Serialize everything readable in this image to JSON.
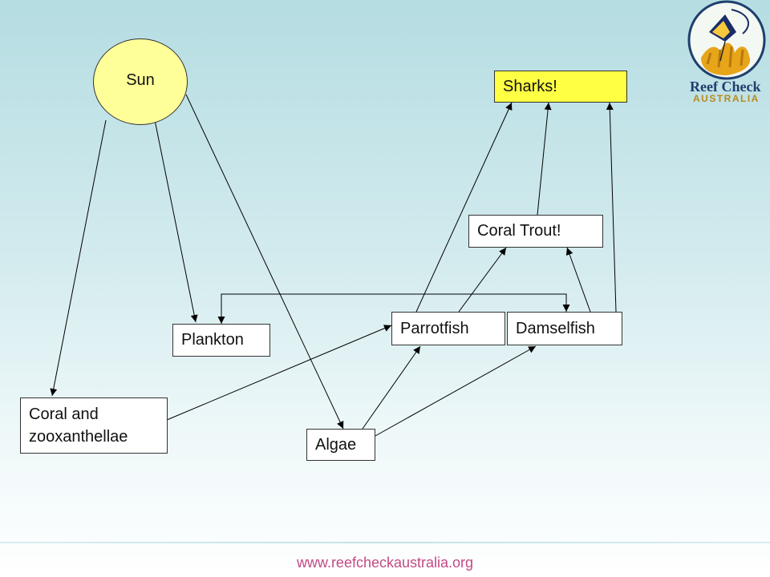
{
  "nodes": {
    "sun": "Sun",
    "sharks": "Sharks!",
    "coral_trout": "Coral Trout!",
    "parrotfish": "Parrotfish",
    "damselfish": "Damselfish",
    "plankton": "Plankton",
    "coral_line1": "Coral and",
    "coral_line2": "zooxanthellae",
    "algae": "Algae"
  },
  "edges": [
    {
      "from": "Sun",
      "to": "Coral and zooxanthellae"
    },
    {
      "from": "Sun",
      "to": "Plankton"
    },
    {
      "from": "Sun",
      "to": "Algae"
    },
    {
      "from": "Coral and zooxanthellae",
      "to": "Parrotfish"
    },
    {
      "from": "Algae",
      "to": "Parrotfish"
    },
    {
      "from": "Algae",
      "to": "Damselfish"
    },
    {
      "from": "Parrotfish",
      "to": "Coral Trout!"
    },
    {
      "from": "Damselfish",
      "to": "Coral Trout!"
    },
    {
      "from": "Parrotfish",
      "to": "Sharks!"
    },
    {
      "from": "Coral Trout!",
      "to": "Sharks!"
    },
    {
      "from": "Damselfish",
      "to": "Sharks!"
    },
    {
      "from": "Plankton",
      "to": "Damselfish",
      "bidirectional": true
    }
  ],
  "logo": {
    "line1": "Reef Check",
    "line2": "AUSTRALIA"
  },
  "footer": {
    "url": "www.reefcheckaustralia.org"
  },
  "colors": {
    "sun_fill": "#ffff99",
    "sharks_fill": "#ffff44",
    "footer_text": "#c24a86",
    "logo_gold": "#b88a1e"
  }
}
